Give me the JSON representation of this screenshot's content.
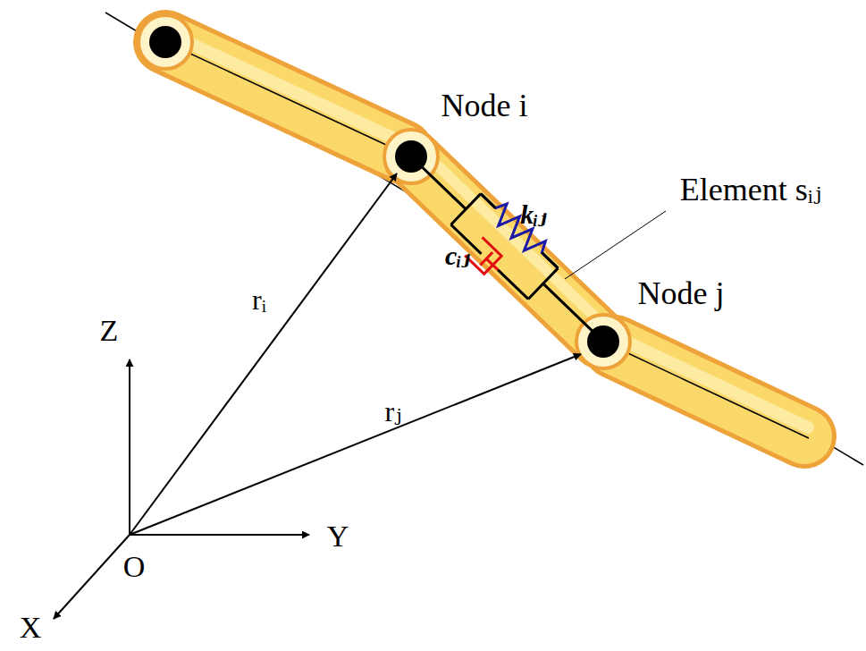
{
  "diagram": {
    "labels": [
      "Node i",
      "Element sᵢⱼ",
      "Node j",
      "kᵢⱼ",
      "cᵢⱼ",
      "rᵢ",
      "rⱼ",
      "Z",
      "Y",
      "X",
      "O"
    ]
  }
}
